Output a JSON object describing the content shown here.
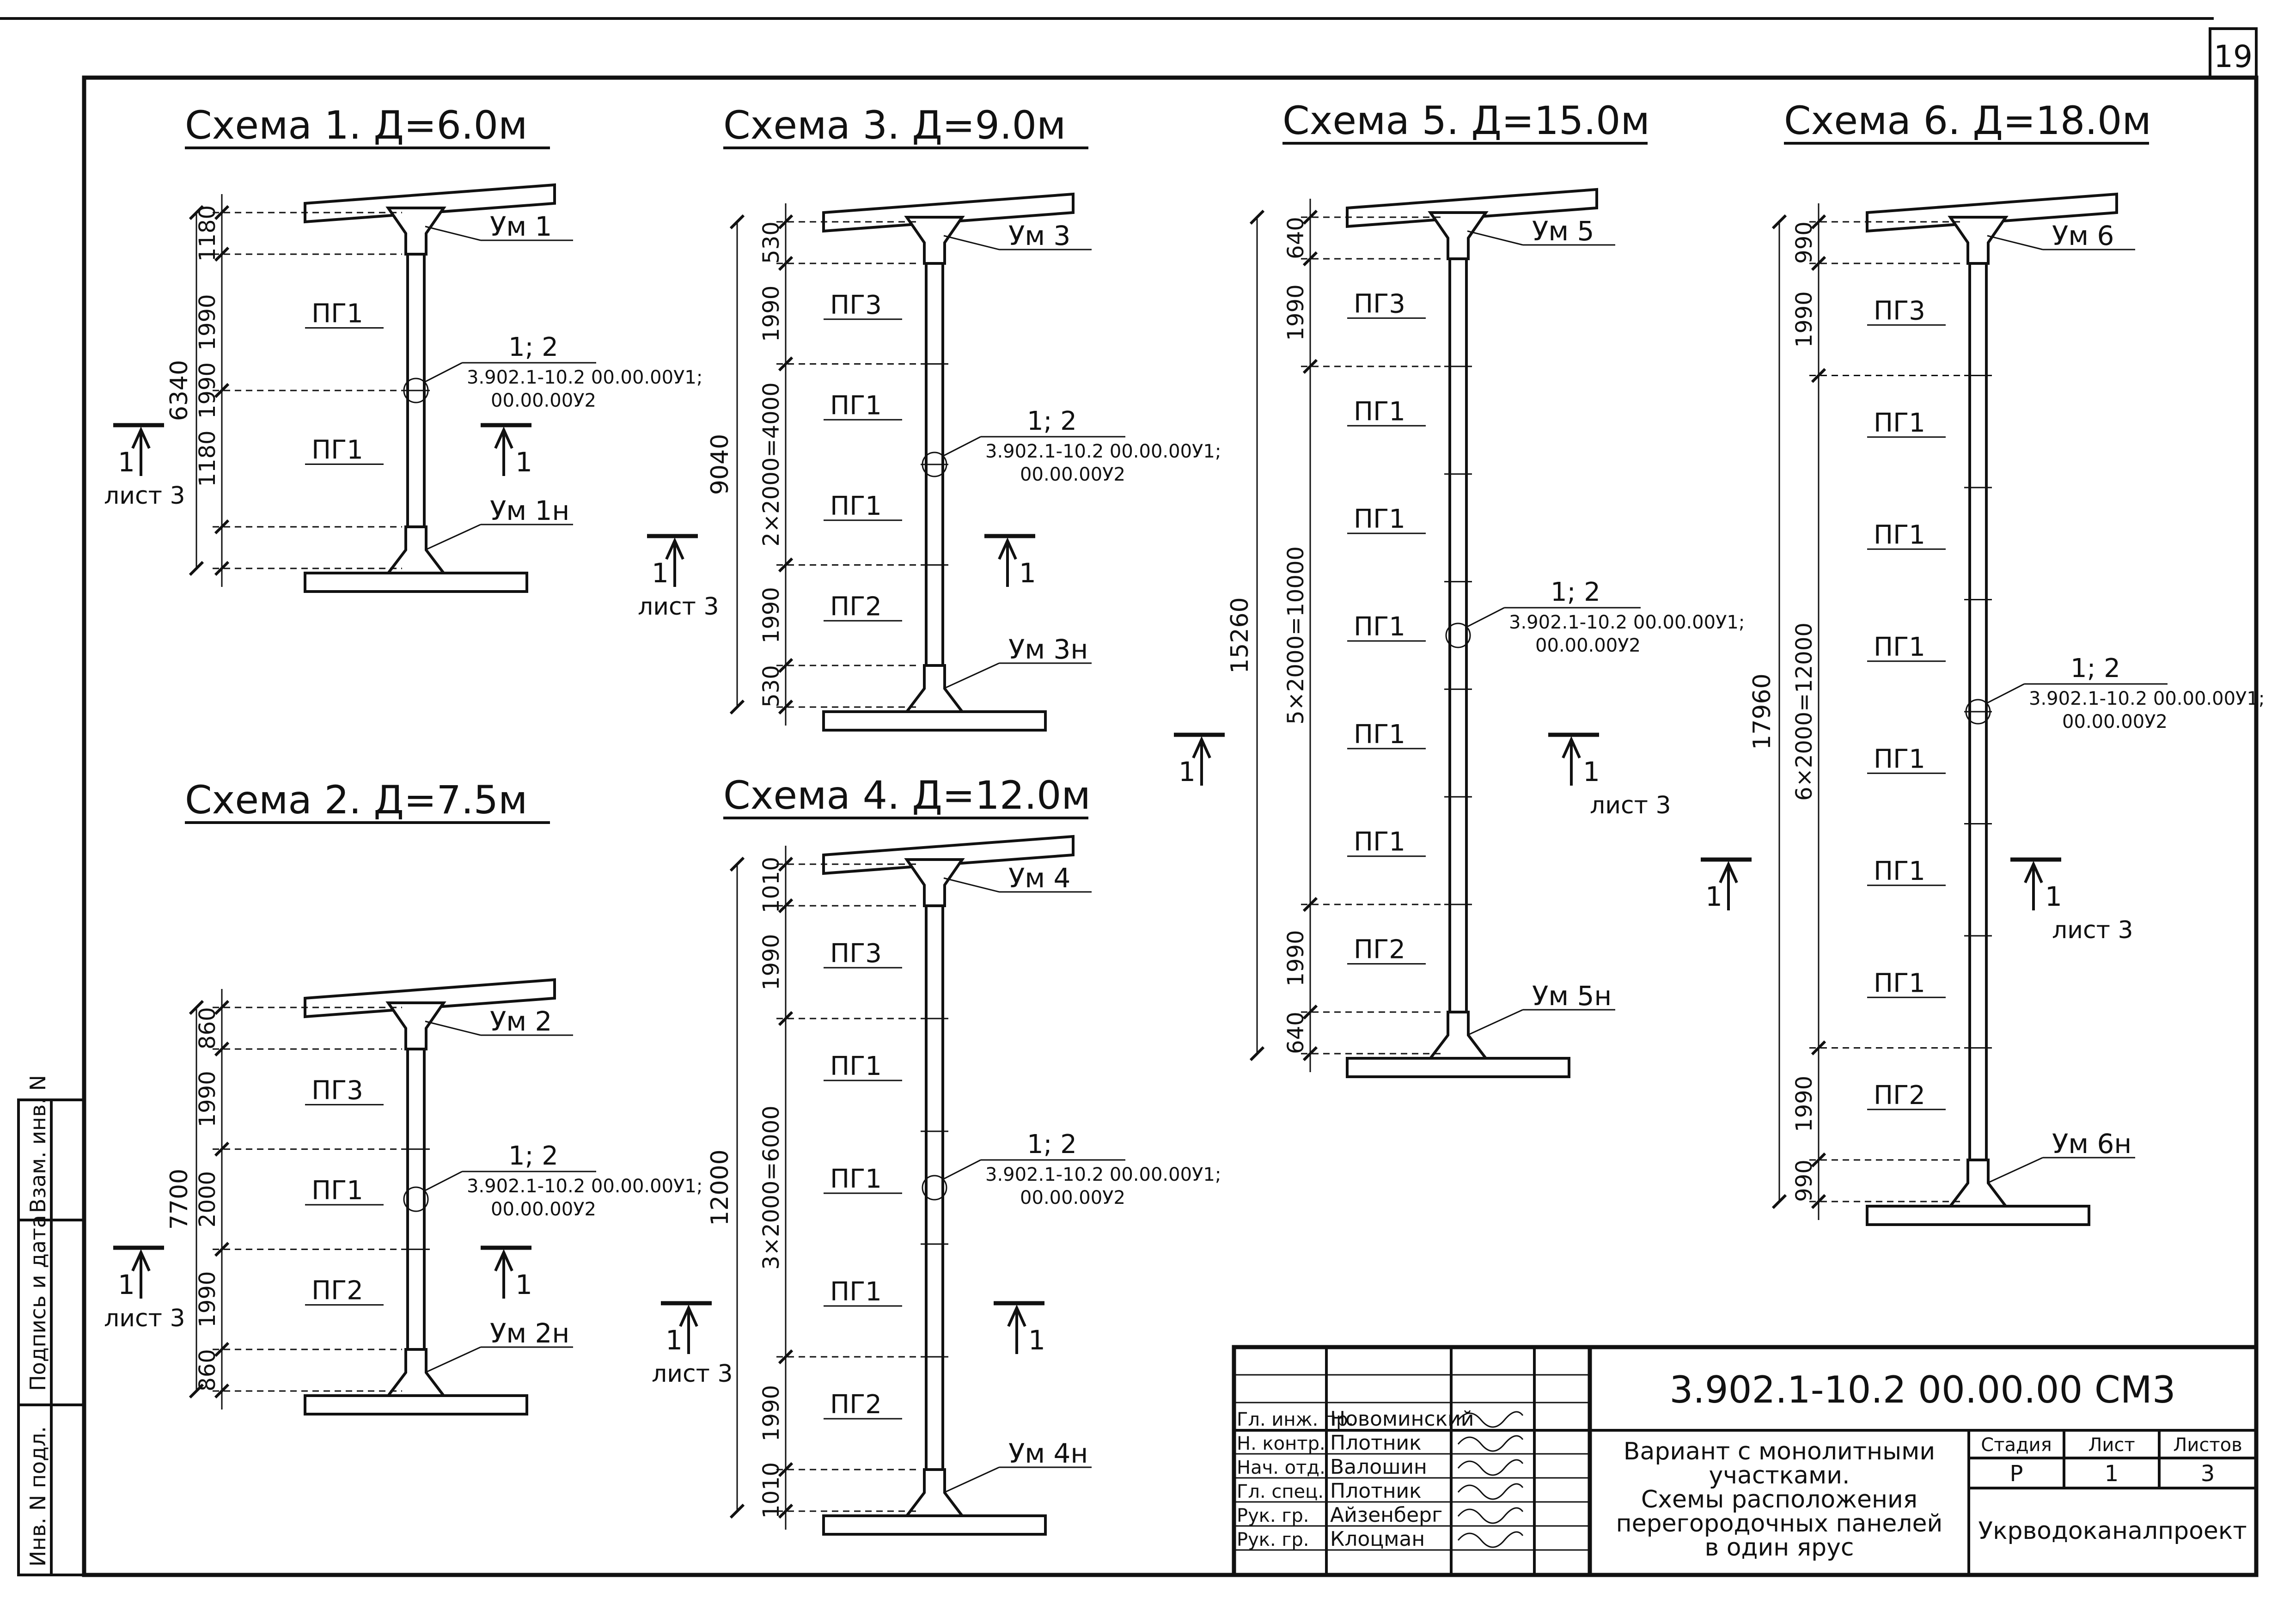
{
  "sheet": {
    "number": "19",
    "left_margin_labels": [
      "Инв. N подл.",
      "Подпись и дата",
      "Взам. инв. N"
    ]
  },
  "schemes": [
    {
      "title": "Схема 1.  Д=6.0м",
      "top_node": "Ум 1",
      "bottom_node": "Ум 1н",
      "panels": [
        "ПГ1",
        "ПГ1"
      ],
      "dims": [
        "1180",
        "1990",
        "1990",
        "1180"
      ],
      "total": "6340",
      "ref_line1": "1; 2",
      "ref_line2": "3.902.1-10.2  00.00.00У1;",
      "ref_line3": "00.00.00У2",
      "section_left": "1",
      "section_right": "1",
      "sheet_ref": "лист 3"
    },
    {
      "title": "Схема 2.  Д=7.5м",
      "top_node": "Ум 2",
      "bottom_node": "Ум 2н",
      "panels": [
        "ПГ3",
        "ПГ1",
        "ПГ2"
      ],
      "dims": [
        "860",
        "1990",
        "2000",
        "1990",
        "860"
      ],
      "total": "7700",
      "ref_line1": "1; 2",
      "ref_line2": "3.902.1-10.2  00.00.00У1;",
      "ref_line3": "00.00.00У2",
      "section_left": "1",
      "section_right": "1",
      "sheet_ref": "лист 3"
    },
    {
      "title": "Схема 3.  Д=9.0м",
      "top_node": "Ум 3",
      "bottom_node": "Ум 3н",
      "panels": [
        "ПГ3",
        "ПГ1",
        "ПГ1",
        "ПГ2"
      ],
      "dims": [
        "530",
        "1990",
        "2×2000=4000",
        "1990",
        "530"
      ],
      "total": "9040",
      "ref_line1": "1; 2",
      "ref_line2": "3.902.1-10.2  00.00.00У1;",
      "ref_line3": "00.00.00У2",
      "section_left": "1",
      "section_right": "1",
      "sheet_ref": "лист 3"
    },
    {
      "title": "Схема 4.  Д=12.0м",
      "top_node": "Ум 4",
      "bottom_node": "Ум 4н",
      "panels": [
        "ПГ3",
        "ПГ1",
        "ПГ1",
        "ПГ1",
        "ПГ2"
      ],
      "dims": [
        "1010",
        "1990",
        "3×2000=6000",
        "1990",
        "1010"
      ],
      "total": "12000",
      "ref_line1": "1; 2",
      "ref_line2": "3.902.1-10.2  00.00.00У1;",
      "ref_line3": "00.00.00У2",
      "section_left": "1",
      "section_right": "1",
      "sheet_ref": "лист 3"
    },
    {
      "title": "Схема 5.  Д=15.0м",
      "top_node": "Ум 5",
      "bottom_node": "Ум 5н",
      "panels": [
        "ПГ3",
        "ПГ1",
        "ПГ1",
        "ПГ1",
        "ПГ1",
        "ПГ1",
        "ПГ2"
      ],
      "dims": [
        "640",
        "1990",
        "5×2000=10000",
        "1990",
        "640"
      ],
      "total": "15260",
      "ref_line1": "1; 2",
      "ref_line2": "3.902.1-10.2  00.00.00У1;",
      "ref_line3": "00.00.00У2",
      "section_left": "1",
      "section_right": "1",
      "sheet_ref": "лист 3"
    },
    {
      "title": "Схема 6.  Д=18.0м",
      "top_node": "Ум 6",
      "bottom_node": "Ум 6н",
      "panels": [
        "ПГ3",
        "ПГ1",
        "ПГ1",
        "ПГ1",
        "ПГ1",
        "ПГ1",
        "ПГ1",
        "ПГ2"
      ],
      "dims": [
        "990",
        "1990",
        "6×2000=12000",
        "1990",
        "990"
      ],
      "total": "17960",
      "ref_line1": "1; 2",
      "ref_line2": "3.902.1-10.2  00.00.00У1;",
      "ref_line3": "00.00.00У2",
      "section_left": "1",
      "section_right": "1",
      "sheet_ref": "лист 3"
    }
  ],
  "title_block": {
    "doc_code": "3.902.1-10.2  00.00.00 СМ3",
    "description": [
      "Вариант с монолитными",
      "участками.",
      "Схемы расположения",
      "перегородочных панелей",
      "в один ярус"
    ],
    "stage_header": "Стадия",
    "sheet_header": "Лист",
    "sheets_header": "Листов",
    "stage": "Р",
    "sheet": "1",
    "sheets": "3",
    "organization": "Укрводоканалпроект",
    "staff": [
      {
        "role": "Гл. инж. пр.",
        "name": "Новоминский"
      },
      {
        "role": "Н. контр.",
        "name": "Плотник"
      },
      {
        "role": "Нач. отд.",
        "name": "Валошин"
      },
      {
        "role": "Гл. спец.",
        "name": "Плотник"
      },
      {
        "role": "Рук. гр.",
        "name": "Айзенберг"
      },
      {
        "role": "Рук. гр.",
        "name": "Клоцман"
      }
    ]
  }
}
